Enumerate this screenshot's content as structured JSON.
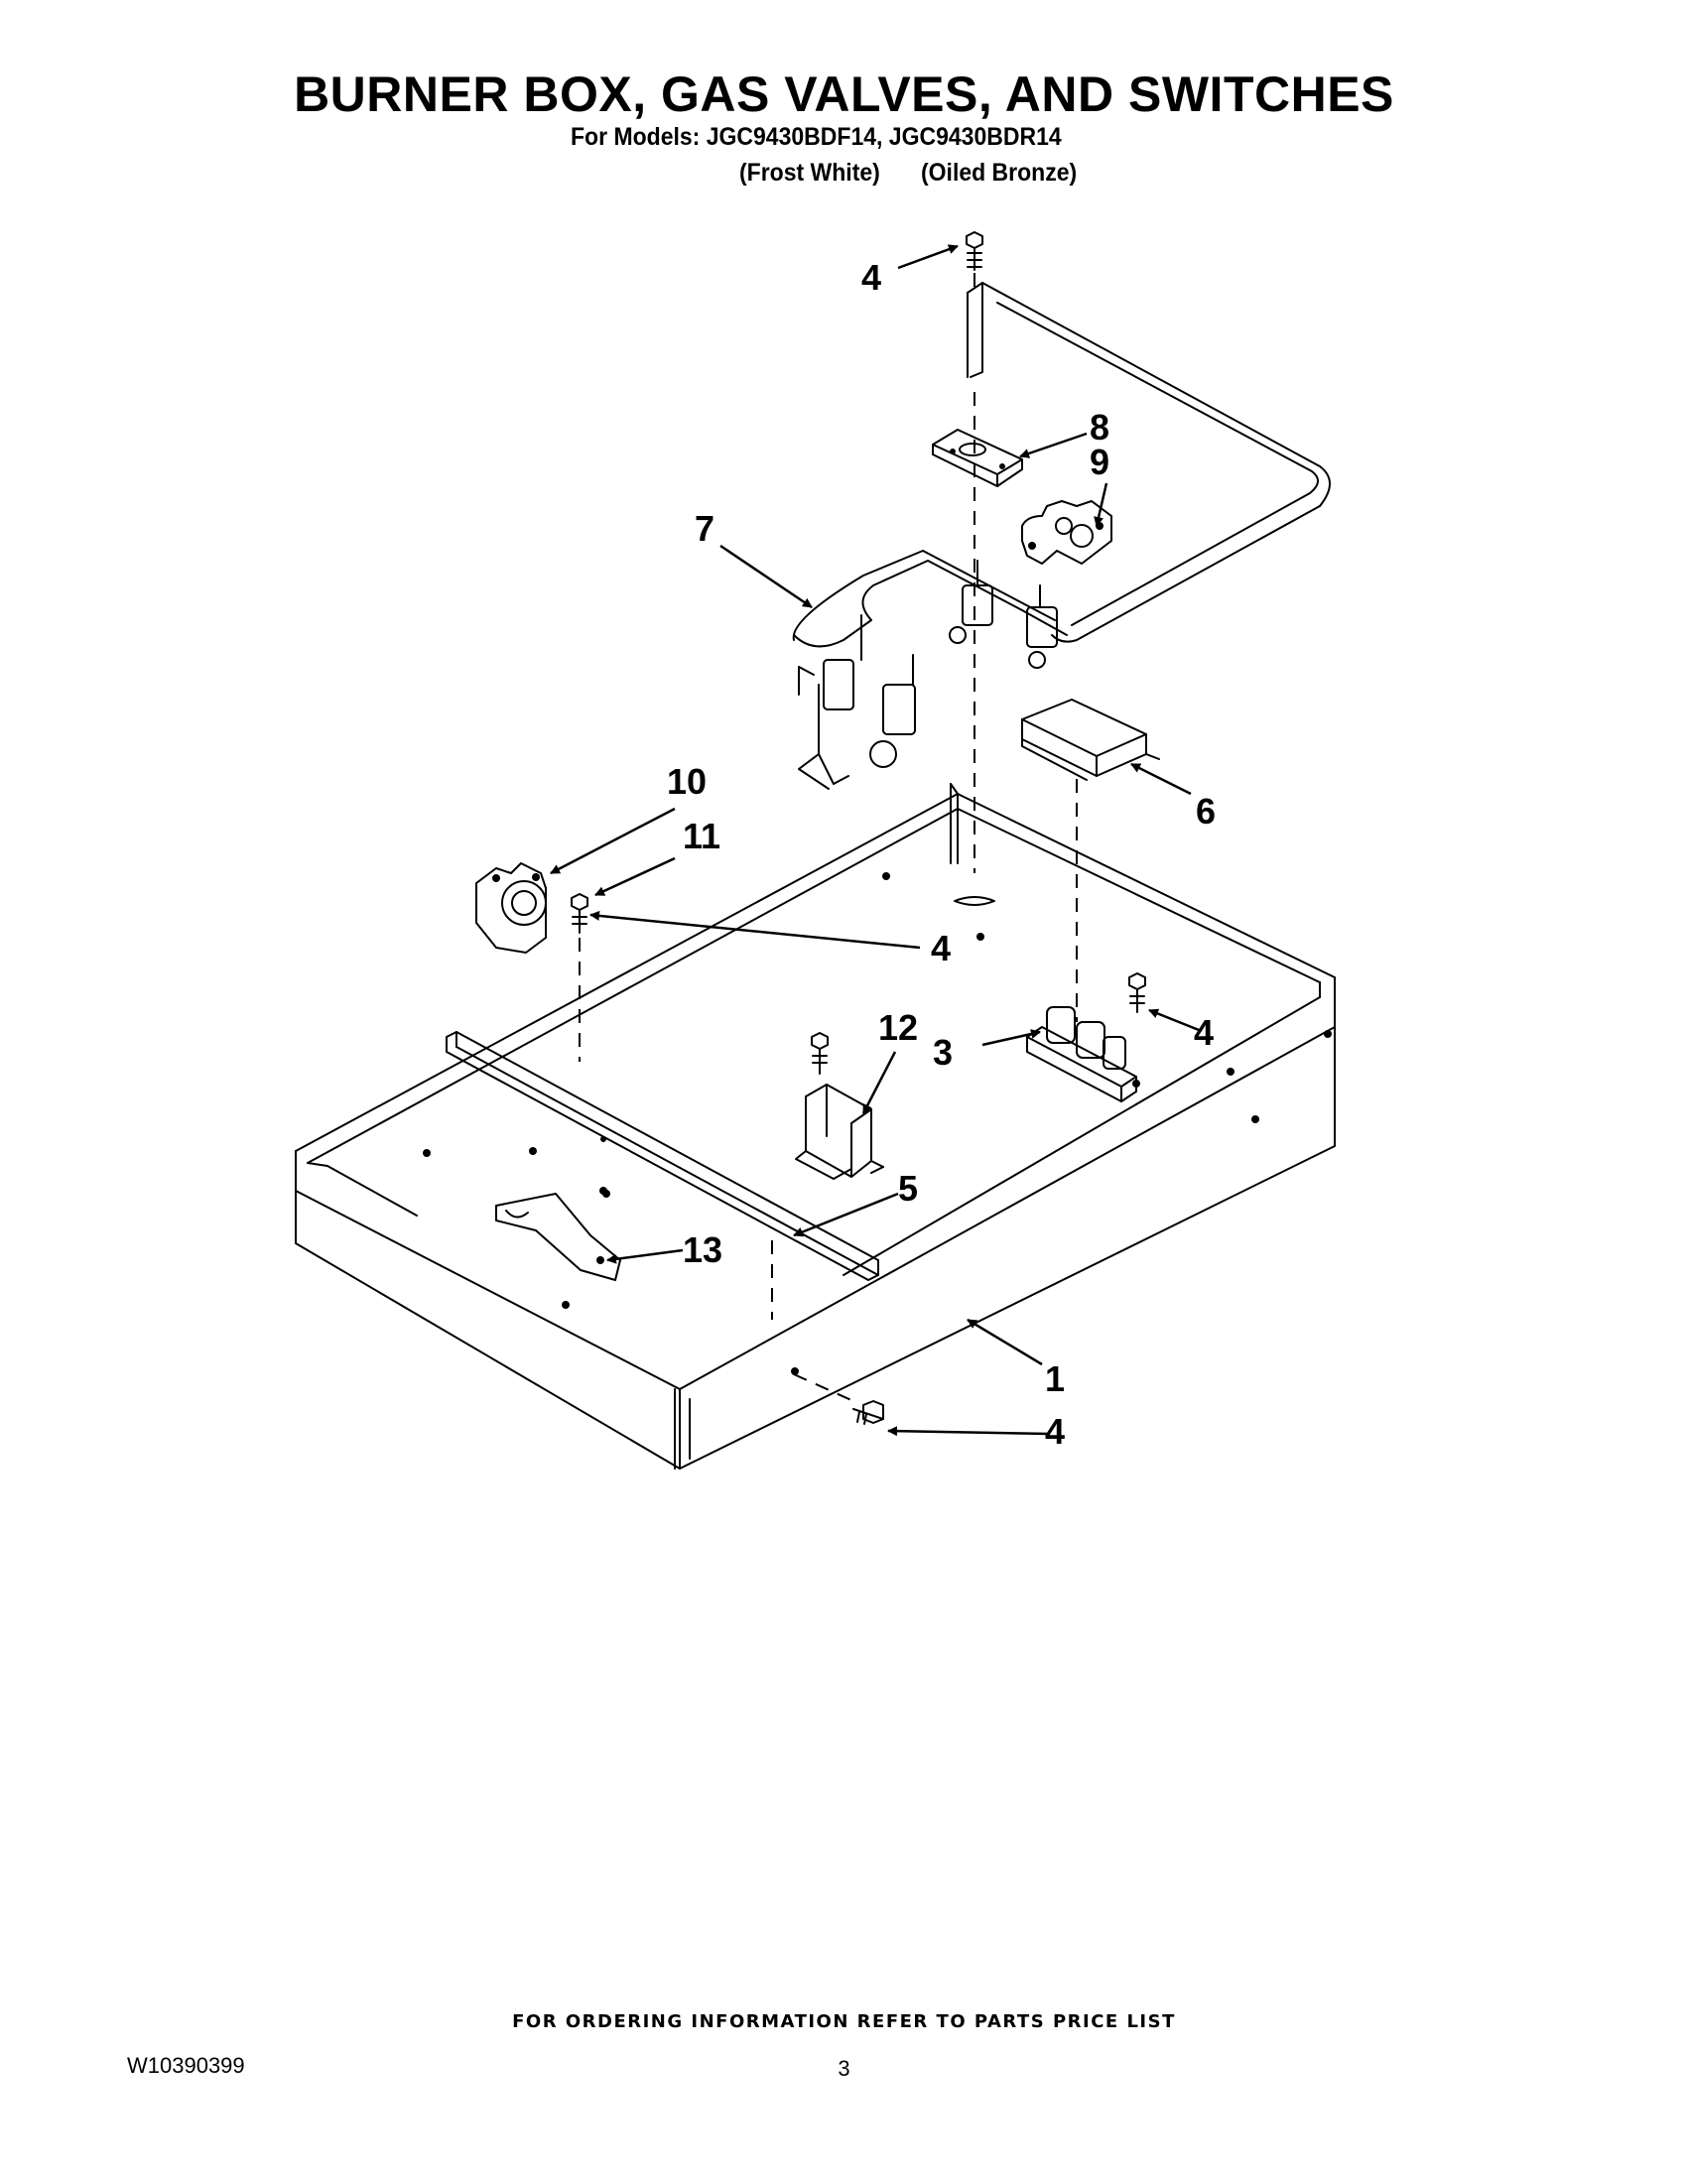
{
  "header": {
    "title": "BURNER BOX, GAS VALVES, AND SWITCHES",
    "models_line": "For Models: JGC9430BDF14, JGC9430BDR14",
    "color_1": "(Frost White)",
    "color_2": "(Oiled Bronze)"
  },
  "callouts": [
    {
      "id": "c4a",
      "label": "4"
    },
    {
      "id": "c8",
      "label": "8"
    },
    {
      "id": "c9",
      "label": "9"
    },
    {
      "id": "c7",
      "label": "7"
    },
    {
      "id": "c6",
      "label": "6"
    },
    {
      "id": "c10",
      "label": "10"
    },
    {
      "id": "c11",
      "label": "11"
    },
    {
      "id": "c4b",
      "label": "4"
    },
    {
      "id": "c12",
      "label": "12"
    },
    {
      "id": "c3",
      "label": "3"
    },
    {
      "id": "c4c",
      "label": "4"
    },
    {
      "id": "c5",
      "label": "5"
    },
    {
      "id": "c13",
      "label": "13"
    },
    {
      "id": "c1",
      "label": "1"
    },
    {
      "id": "c4d",
      "label": "4"
    }
  ],
  "footer": {
    "ordering_info": "FOR ORDERING INFORMATION REFER TO PARTS PRICE LIST",
    "doc_number": "W10390399",
    "page_number": "3"
  }
}
